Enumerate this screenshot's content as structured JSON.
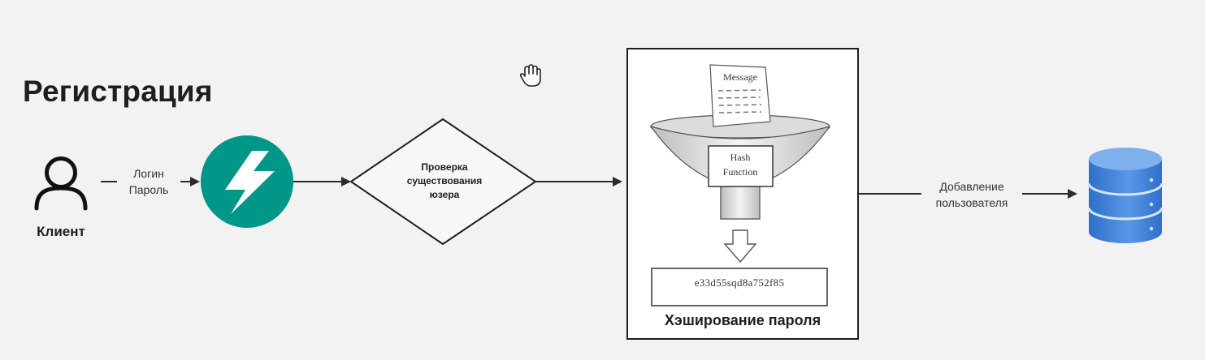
{
  "title": "Регистрация",
  "client": {
    "label": "Клиент",
    "icon": "user-icon"
  },
  "edge_client_to_server": {
    "line1": "Логин",
    "line2": "Пароль"
  },
  "server": {
    "icon": "fastapi-logo-icon",
    "color": "#009688"
  },
  "decision": {
    "line1": "Проверка",
    "line2": "существования",
    "line3": "юзера"
  },
  "hashing": {
    "label": "Хэширование пароля",
    "message_title": "Message",
    "function_line1": "Hash",
    "function_line2": "Function",
    "output_value": "e33d55sqd8a752f85"
  },
  "edge_to_database": {
    "line1": "Добавление",
    "line2": "пользователя"
  },
  "database": {
    "icon": "database-icon",
    "color": "#3f7fd6"
  },
  "cursor": {
    "icon": "hand-cursor-icon"
  }
}
